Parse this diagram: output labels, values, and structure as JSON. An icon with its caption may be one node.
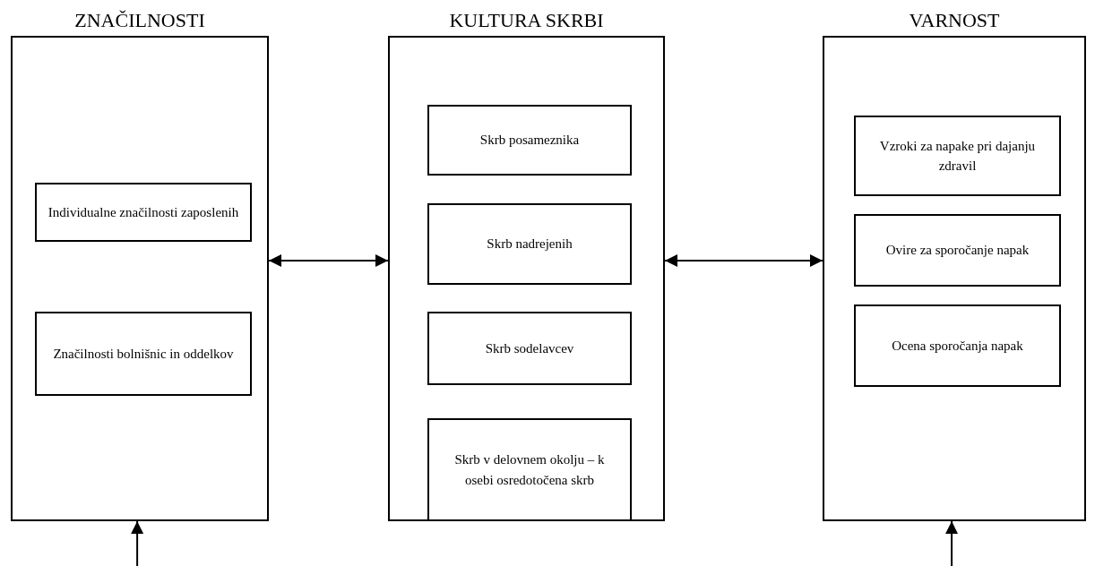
{
  "diagram": {
    "nodes": [
      {
        "text": [
          "ZNAČILNOSTI"
        ]
      },
      {
        "text": [
          "Individualne značilnosti zaposlenih"
        ],
        "in": 0
      },
      {
        "text": [
          "Značilnosti bolnišnic in oddelkov"
        ],
        "in": 0
      },
      {
        "text": [
          "KULTURA SKRBI"
        ]
      },
      {
        "text": [
          "Skrb posameznika"
        ],
        "in": 3
      },
      {
        "text": [
          "Skrb nadrejenih"
        ],
        "in": 3
      },
      {
        "text": [
          "Skrb sodelavcev"
        ],
        "in": 3
      },
      {
        "text": [
          "Skrb v delovnem okolju – k osebi osredotočena skrb"
        ],
        "in": 3
      },
      {
        "text": [
          "VARNOST"
        ]
      },
      {
        "text": [
          "Vzroki za napake pri dajanju zdravil"
        ],
        "in": 8
      },
      {
        "text": [
          "Ovire za sporočanje napak"
        ],
        "in": 8
      },
      {
        "text": [
          "Ocena sporočanja napak"
        ],
        "in": 8
      }
    ],
    "edges": [
      {
        "from": 0,
        "to": 3,
        "arrow": "both"
      },
      {
        "from": 3,
        "to": 8,
        "arrow": "both"
      },
      {
        "from": null,
        "to": 0,
        "arrow": "to"
      },
      {
        "from": null,
        "to": 8,
        "arrow": "to"
      }
    ]
  }
}
